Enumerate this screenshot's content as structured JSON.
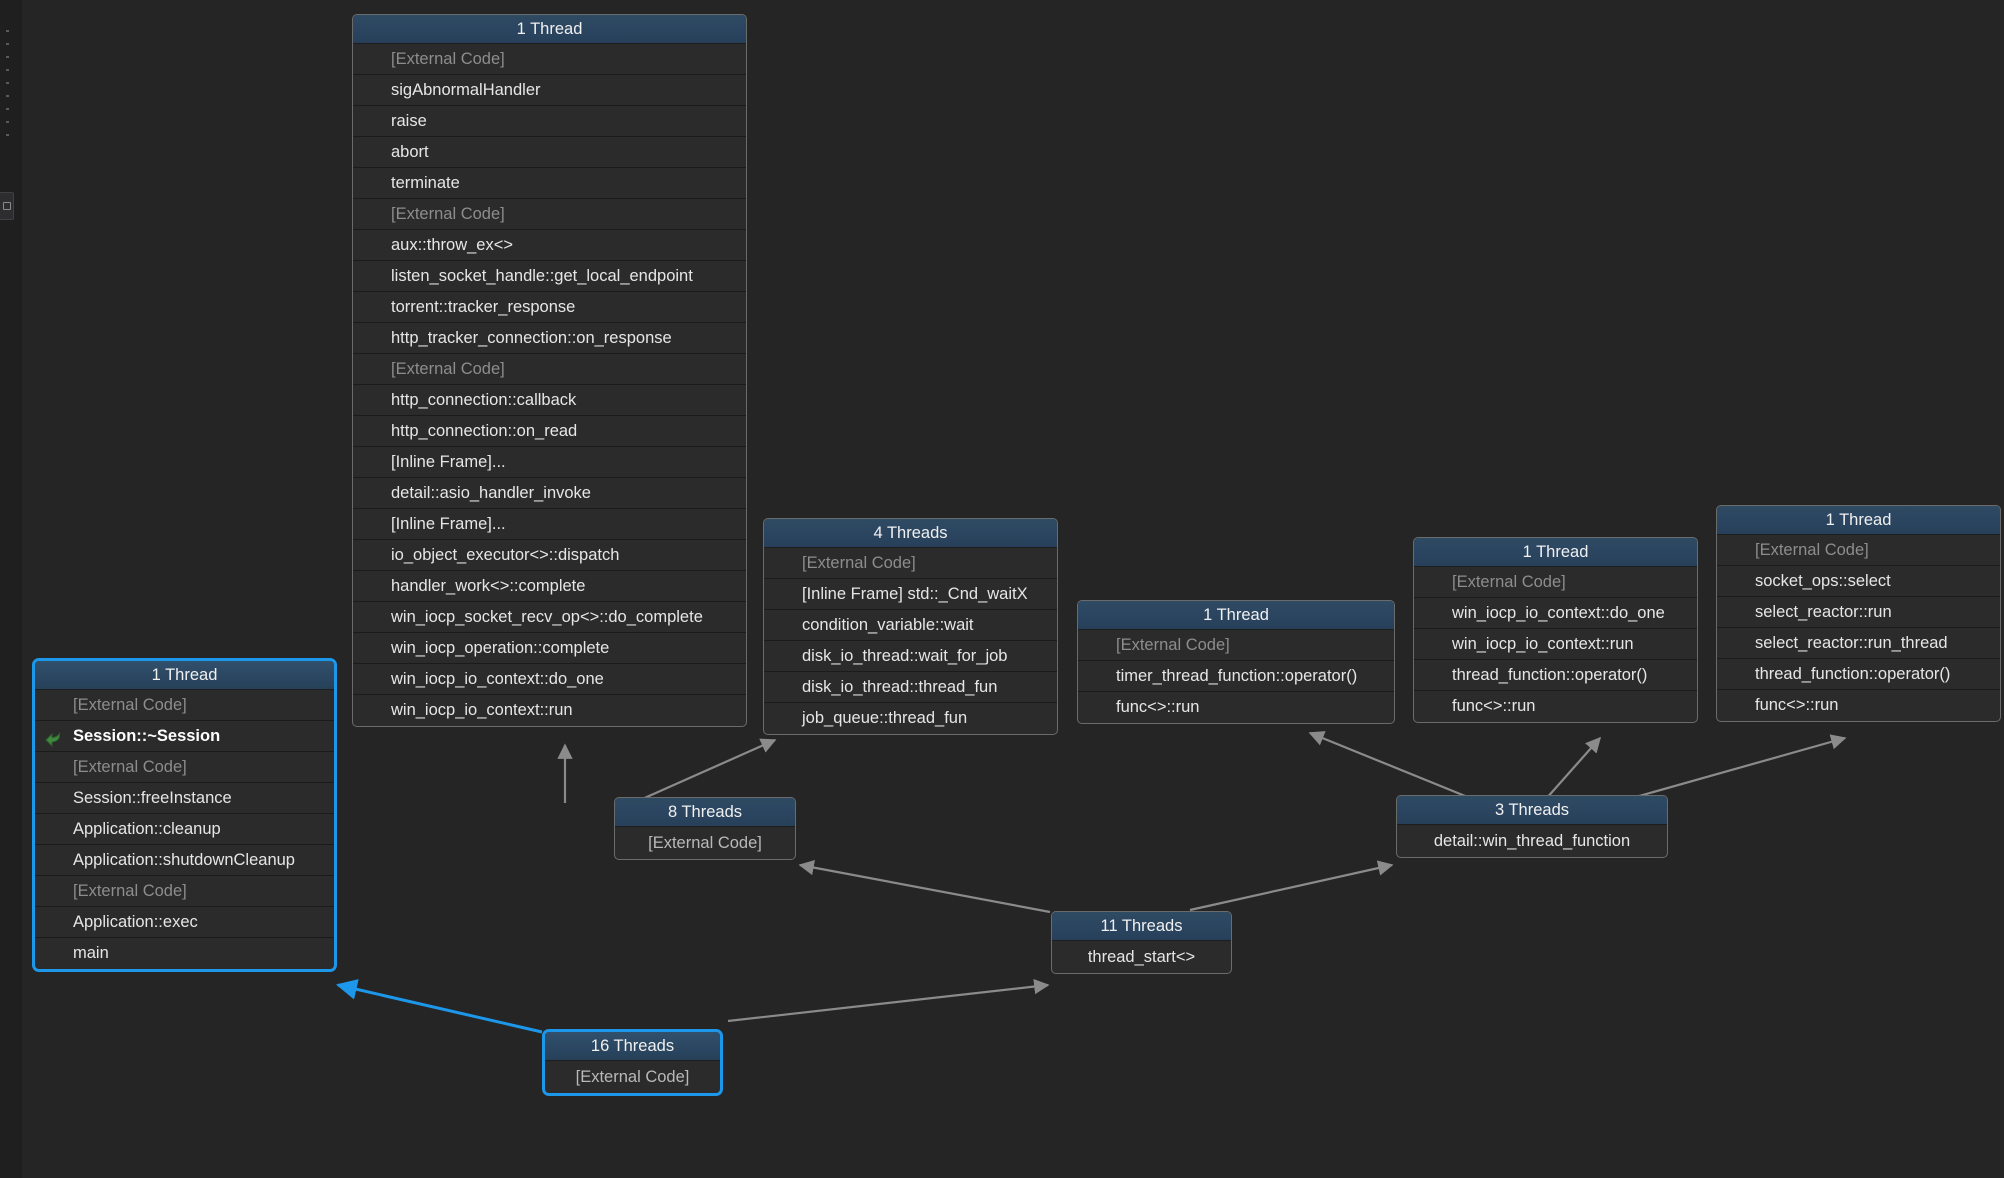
{
  "view": {
    "name": "parallel-stacks",
    "background": "#252526",
    "accent": "#1c97ea",
    "header_gradient_top": "#2f4a63",
    "external_text_color": "#8d8d8d",
    "frame_text_color": "#e6e6e6"
  },
  "nodes": {
    "main_stack": {
      "title": "1 Thread",
      "frames": [
        {
          "label": "[External Code]",
          "external": true
        },
        {
          "label": "sigAbnormalHandler",
          "external": false
        },
        {
          "label": "raise",
          "external": false
        },
        {
          "label": "abort",
          "external": false
        },
        {
          "label": "terminate",
          "external": false
        },
        {
          "label": "[External Code]",
          "external": true
        },
        {
          "label": "aux::throw_ex<>",
          "external": false
        },
        {
          "label": "listen_socket_handle::get_local_endpoint",
          "external": false
        },
        {
          "label": "torrent::tracker_response",
          "external": false
        },
        {
          "label": "http_tracker_connection::on_response",
          "external": false
        },
        {
          "label": "[External Code]",
          "external": true
        },
        {
          "label": "http_connection::callback",
          "external": false
        },
        {
          "label": "http_connection::on_read",
          "external": false
        },
        {
          "label": "[Inline Frame]...",
          "external": false
        },
        {
          "label": "detail::asio_handler_invoke",
          "external": false
        },
        {
          "label": "[Inline Frame]...",
          "external": false
        },
        {
          "label": "io_object_executor<>::dispatch",
          "external": false
        },
        {
          "label": "handler_work<>::complete",
          "external": false
        },
        {
          "label": "win_iocp_socket_recv_op<>::do_complete",
          "external": false
        },
        {
          "label": "win_iocp_operation::complete",
          "external": false
        },
        {
          "label": "win_iocp_io_context::do_one",
          "external": false
        },
        {
          "label": "win_iocp_io_context::run",
          "external": false
        }
      ]
    },
    "session_stack": {
      "title": "1 Thread",
      "selected": true,
      "frames": [
        {
          "label": "[External Code]",
          "external": true
        },
        {
          "label": "Session::~Session",
          "external": false,
          "current": true,
          "icon": "current-frame-arrow-icon"
        },
        {
          "label": "[External Code]",
          "external": true
        },
        {
          "label": "Session::freeInstance",
          "external": false
        },
        {
          "label": "Application::cleanup",
          "external": false
        },
        {
          "label": "Application::shutdownCleanup",
          "external": false
        },
        {
          "label": "[External Code]",
          "external": true
        },
        {
          "label": "Application::exec",
          "external": false
        },
        {
          "label": "main",
          "external": false
        }
      ]
    },
    "disk_io_stack": {
      "title": "4 Threads",
      "frames": [
        {
          "label": "[External Code]",
          "external": true
        },
        {
          "label": "[Inline Frame] std::_Cnd_waitX",
          "external": false
        },
        {
          "label": "condition_variable::wait",
          "external": false
        },
        {
          "label": "disk_io_thread::wait_for_job",
          "external": false
        },
        {
          "label": "disk_io_thread::thread_fun",
          "external": false
        },
        {
          "label": "job_queue::thread_fun",
          "external": false
        }
      ]
    },
    "timer_stack": {
      "title": "1 Thread",
      "frames": [
        {
          "label": "[External Code]",
          "external": true
        },
        {
          "label": "timer_thread_function::operator()",
          "external": false
        },
        {
          "label": "func<>::run",
          "external": false
        }
      ]
    },
    "iocp_stack": {
      "title": "1 Thread",
      "frames": [
        {
          "label": "[External Code]",
          "external": true
        },
        {
          "label": "win_iocp_io_context::do_one",
          "external": false
        },
        {
          "label": "win_iocp_io_context::run",
          "external": false
        },
        {
          "label": "thread_function::operator()",
          "external": false
        },
        {
          "label": "func<>::run",
          "external": false
        }
      ]
    },
    "select_stack": {
      "title": "1 Thread",
      "frames": [
        {
          "label": "[External Code]",
          "external": true
        },
        {
          "label": "socket_ops::select",
          "external": false
        },
        {
          "label": "select_reactor::run",
          "external": false
        },
        {
          "label": "select_reactor::run_thread",
          "external": false
        },
        {
          "label": "thread_function::operator()",
          "external": false
        },
        {
          "label": "func<>::run",
          "external": false
        }
      ]
    },
    "eight_threads": {
      "title": "8 Threads",
      "frames": [
        {
          "label": "[External Code]",
          "external": true
        }
      ]
    },
    "three_threads": {
      "title": "3 Threads",
      "frames": [
        {
          "label": "detail::win_thread_function",
          "external": false
        }
      ]
    },
    "eleven_threads": {
      "title": "11 Threads",
      "frames": [
        {
          "label": "thread_start<>",
          "external": false
        }
      ]
    },
    "sixteen_threads": {
      "title": "16 Threads",
      "selected": true,
      "frames": [
        {
          "label": "[External Code]",
          "external": true
        }
      ]
    }
  }
}
